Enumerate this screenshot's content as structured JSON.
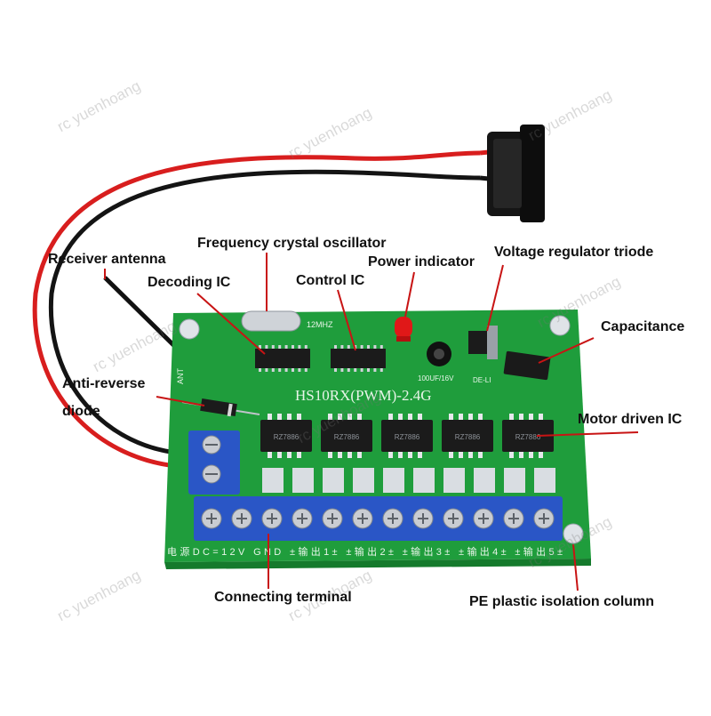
{
  "colors": {
    "pcb": "#1f9d3c",
    "pcb_dark": "#157a2c",
    "terminal": "#2a56c6",
    "screw": "#c9ccd2",
    "chip": "#1b1b1b",
    "pad": "#d9dde2",
    "leader": "#c81414",
    "wire_red": "#d81e1e",
    "wire_black": "#141414",
    "led": "#e01818"
  },
  "labels": {
    "frequency_crystal_oscillator": "Frequency crystal oscillator",
    "receiver_antenna": "Receiver antenna",
    "power_indicator": "Power indicator",
    "voltage_regulator_triode": "Voltage regulator triode",
    "decoding_ic": "Decoding IC",
    "control_ic": "Control IC",
    "capacitance": "Capacitance",
    "anti_reverse_line1": "Anti-reverse",
    "anti_reverse_line2": "diode",
    "motor_driven_ic": "Motor driven IC",
    "connecting_terminal": "Connecting terminal",
    "pe_plastic_isolation_column": "PE plastic isolation column"
  },
  "board": {
    "model_text": "HS10RX(PWM)-2.4G",
    "crystal_text": "12MHZ",
    "cap_text": "100UF/16V",
    "ant_text": "ANT",
    "chip_text": "RZ7886",
    "silkscreen_bottom": "电源DC=12V GND ±输出1± ±输出2± ±输出3± ±输出4± ±输出5±",
    "regulator_text": "DE-LI"
  },
  "watermark": "rc yuenhoang"
}
